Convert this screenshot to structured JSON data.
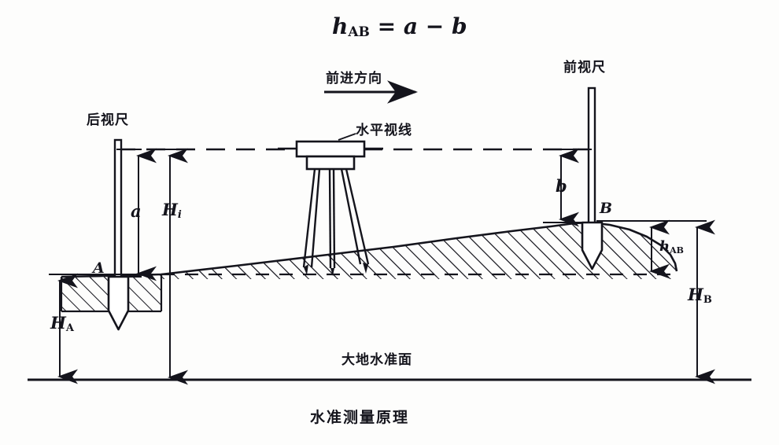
{
  "figure": {
    "formula": {
      "lhs_symbol": "h",
      "lhs_sub": "AB",
      "rhs": "= a − b",
      "full": "h AB = a − b"
    },
    "caption": "水准测量原理",
    "labels": {
      "travel_direction": "前进方向",
      "backsight_staff": "后视尺",
      "foresight_staff": "前视尺",
      "sight_line": "水平视线",
      "geoid": "大地水准面"
    },
    "points": {
      "a": "A",
      "b": "B"
    },
    "dimensions": {
      "backsight_reading": "a",
      "foresight_reading": "b",
      "instrument_height_sym": "H",
      "instrument_height_sub": "i",
      "elev_a_sym": "H",
      "elev_a_sub": "A",
      "elev_b_sym": "H",
      "elev_b_sub": "B",
      "height_diff_sym": "h",
      "height_diff_sub": "AB"
    },
    "colors": {
      "ink": "#14141c",
      "paper": "#fdfdfc",
      "hatch": "#1a1a22"
    }
  }
}
